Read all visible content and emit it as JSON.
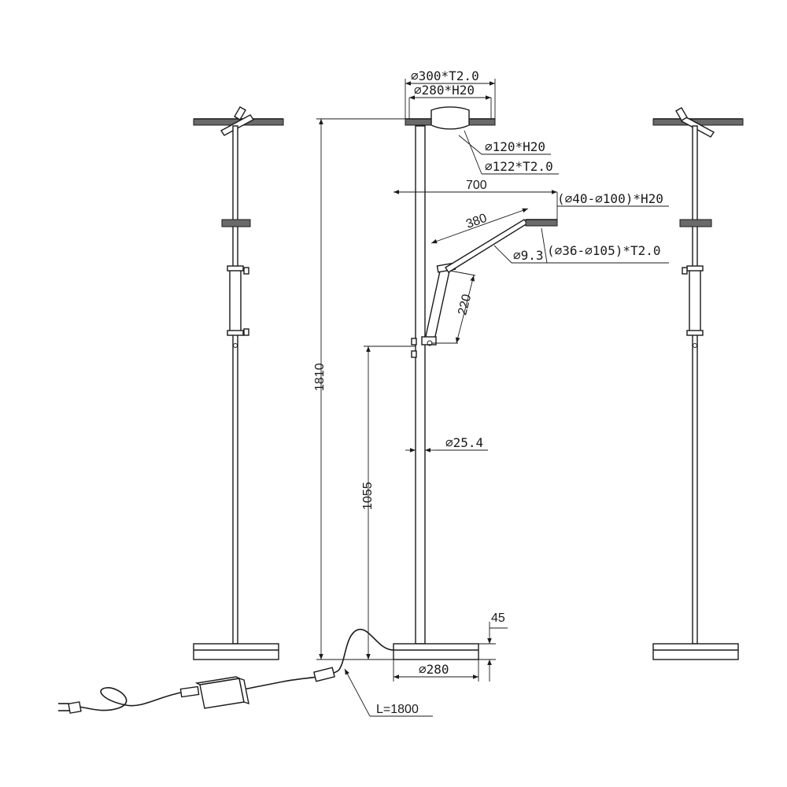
{
  "dimensions": {
    "top_disc_outer": "⌀300*T2.0",
    "top_disc_inner": "⌀280*H20",
    "light_module_height": "⌀120*H20",
    "light_module_thickness": "⌀122*T2.0",
    "arm_reach": "700",
    "reading_head_height": "(⌀40-⌀100)*H20",
    "upper_arm_length": "380",
    "arm_tube_diameter": "⌀9.3",
    "reading_head_thickness": "(⌀36-⌀105)*T2.0",
    "lower_arm_length": "220",
    "total_height": "1810",
    "pole_diameter": "⌀25.4",
    "arm_mount_height": "1055",
    "base_height": "45",
    "base_diameter": "⌀280",
    "cable_length": "L=1800"
  },
  "colors": {
    "line": "#1a1a1a",
    "panel_fill": "#6a6a6a",
    "background": "#ffffff"
  },
  "views": [
    "left-side-view",
    "front-view",
    "right-side-view"
  ]
}
